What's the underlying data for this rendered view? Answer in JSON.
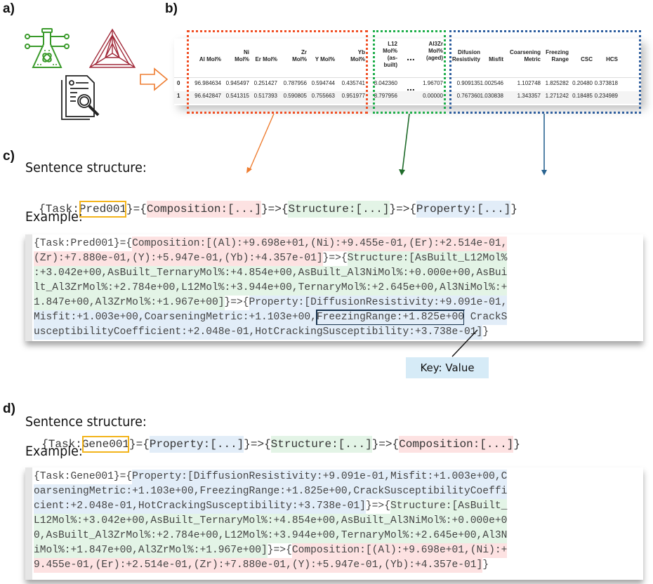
{
  "panels": {
    "a": "a)",
    "b": "b)",
    "c": "c)",
    "d": "d)"
  },
  "icons": [
    "flask-network-icon",
    "ternary-phase-diagram-icon",
    "document-search-icon",
    "right-arrow-icon"
  ],
  "colors": {
    "composition": "#fde2e2",
    "structure": "#e3f4e6",
    "property": "#e2edf8",
    "composition_border": "#f04e23",
    "structure_border": "#1fae4b",
    "property_border": "#2e5e9e",
    "task_box": "#f3b41b",
    "arrow_orange": "#ee7d31",
    "arrow_green": "#1f6b2a",
    "arrow_blue": "#2a6491",
    "key_value_bg": "#d6ebf7"
  },
  "table": {
    "headers": [
      {
        "l1": "",
        "l2": "Al Mol%",
        "l3": "",
        "l4": ""
      },
      {
        "l1": "Ni",
        "l2": "Mol%",
        "l3": "",
        "l4": ""
      },
      {
        "l1": "",
        "l2": "Er Mol%",
        "l3": "",
        "l4": ""
      },
      {
        "l1": "Zr",
        "l2": "Mol%",
        "l3": "",
        "l4": ""
      },
      {
        "l1": "",
        "l2": "Y Mol%",
        "l3": "",
        "l4": ""
      },
      {
        "l1": "Yb",
        "l2": "Mol%",
        "l3": "",
        "l4": ""
      },
      {
        "l1": "L12",
        "l2": "Mol%",
        "l3": "(as-",
        "l4": "built)"
      },
      {
        "l1": "...",
        "l2": "",
        "l3": "",
        "l4": ""
      },
      {
        "l1": "Al3Zr",
        "l2": "Mol%",
        "l3": "(aged)",
        "l4": ""
      },
      {
        "l1": "Difusion",
        "l2": "Resistivity",
        "l3": "",
        "l4": ""
      },
      {
        "l1": "",
        "l2": "Misfit",
        "l3": "",
        "l4": ""
      },
      {
        "l1": "Coarsening",
        "l2": "Metric",
        "l3": "",
        "l4": ""
      },
      {
        "l1": "Freezing",
        "l2": "Range",
        "l3": "",
        "l4": ""
      },
      {
        "l1": "",
        "l2": "CSC",
        "l3": "",
        "l4": ""
      },
      {
        "l1": "",
        "l2": "HCS",
        "l3": "",
        "l4": ""
      }
    ],
    "rows": [
      {
        "index": "0",
        "cells": [
          "96.984634",
          "0.945497",
          "0.251427",
          "0.787956",
          "0.594744",
          "0.435741",
          "3.042360",
          "...",
          "1.96707",
          "0.909135",
          "1.002546",
          "1.102748",
          "1.825282",
          "0.20480",
          "0.373818"
        ]
      },
      {
        "index": "1",
        "cells": [
          "96.642847",
          "0.541315",
          "0.517393",
          "0.590805",
          "0.755663",
          "0.951977",
          "8.797956",
          "",
          "0.00000",
          "0.767360",
          "1.030838",
          "1.343357",
          "1.271242",
          "0.18485",
          "0.234989"
        ]
      }
    ]
  },
  "c": {
    "heading": "Sentence structure:",
    "structure": {
      "prefix": "{Task:",
      "task": "Pred001",
      "mid": "}={",
      "seg1": "Composition:[...]",
      "arrow1": "}=>{",
      "seg2": "Structure:[...]",
      "arrow2": "}=>{",
      "seg3": "Property:[...]",
      "suffix": "}"
    },
    "example_heading": "Example:",
    "example_lines": [
      [
        {
          "t": "{Task:Pred001}={",
          "c": ""
        },
        {
          "t": "Composition:[(Al):+9.698e+01,(Ni):+9.455e-01,(Er):+2.514e-01,",
          "c": "r"
        }
      ],
      [
        {
          "t": "(Zr):+7.880e-01,(Y):+5.947e-01,(Yb):+4.357e-01]",
          "c": "r"
        },
        {
          "t": "}=>{",
          "c": ""
        },
        {
          "t": "Structure:[AsBuilt_L12Mol%",
          "c": "g"
        }
      ],
      [
        {
          "t": ":+3.042e+00,AsBuilt_TernaryMol%:+4.854e+00,AsBuilt_Al3NiMol%:+0.000e+00,AsBui",
          "c": "g"
        }
      ],
      [
        {
          "t": "lt_Al3ZrMol%:+2.784e+00,L12Mol%:+3.944e+00,TernaryMol%:+2.645e+00,Al3NiMol%:+",
          "c": "g"
        }
      ],
      [
        {
          "t": "1.847e+00,Al3ZrMol%:+1.967e+00]",
          "c": "g"
        },
        {
          "t": "}=>{",
          "c": ""
        },
        {
          "t": "Property:[DiffusionResistivity:+9.091e-01,",
          "c": "b"
        }
      ],
      [
        {
          "t": "Misfit:+1.003e+00,CoarseningMetric:+1.103e+00,",
          "c": "b"
        },
        {
          "t": "FreezingRange:+1.825e+00",
          "c": "bk"
        },
        {
          "t": " CrackS",
          "c": "b"
        }
      ],
      [
        {
          "t": "usceptibilityCoefficient:+2.048e-01,HotCrackingSusceptibility:+3.738e-01]",
          "c": "b"
        },
        {
          "t": "}",
          "c": ""
        }
      ]
    ],
    "callout": "Key: Value"
  },
  "d": {
    "heading": "Sentence structure:",
    "structure": {
      "prefix": "{Task:",
      "task": "Gene001",
      "mid": "}={",
      "seg1": "Property:[...]",
      "arrow1": "}=>{",
      "seg2": "Structure:[...]",
      "arrow2": "}=>{",
      "seg3": "Composition:[...]",
      "suffix": "}"
    },
    "example_heading": "Example:",
    "example_lines": [
      [
        {
          "t": "{Task:Gene001}={",
          "c": ""
        },
        {
          "t": "Property:[DiffusionResistivity:+9.091e-01,Misfit:+1.003e+00,C",
          "c": "b"
        }
      ],
      [
        {
          "t": "oarseningMetric:+1.103e+00,FreezingRange:+1.825e+00,CrackSusceptibilityCoeffi",
          "c": "b"
        }
      ],
      [
        {
          "t": "cient:+2.048e-01,HotCrackingSusceptibility:+3.738e-01]",
          "c": "b"
        },
        {
          "t": "}=>{",
          "c": ""
        },
        {
          "t": "Structure:[AsBuilt_",
          "c": "g"
        }
      ],
      [
        {
          "t": "L12Mol%:+3.042e+00,AsBuilt_TernaryMol%:+4.854e+00,AsBuilt_Al3NiMol%:+0.000e+0",
          "c": "g"
        }
      ],
      [
        {
          "t": "0,AsBuilt_Al3ZrMol%:+2.784e+00,L12Mol%:+3.944e+00,TernaryMol%:+2.645e+00,Al3N",
          "c": "g"
        }
      ],
      [
        {
          "t": "iMol%:+1.847e+00,Al3ZrMol%:+1.967e+00]",
          "c": "g"
        },
        {
          "t": "}=>{",
          "c": ""
        },
        {
          "t": "Composition:[(Al):+9.698e+01,(Ni):+",
          "c": "r"
        }
      ],
      [
        {
          "t": "9.455e-01,(Er):+2.514e-01,(Zr):+7.880e-01,(Y):+5.947e-01,(Yb):+4.357e-01]",
          "c": "r"
        },
        {
          "t": "}",
          "c": ""
        }
      ]
    ]
  }
}
